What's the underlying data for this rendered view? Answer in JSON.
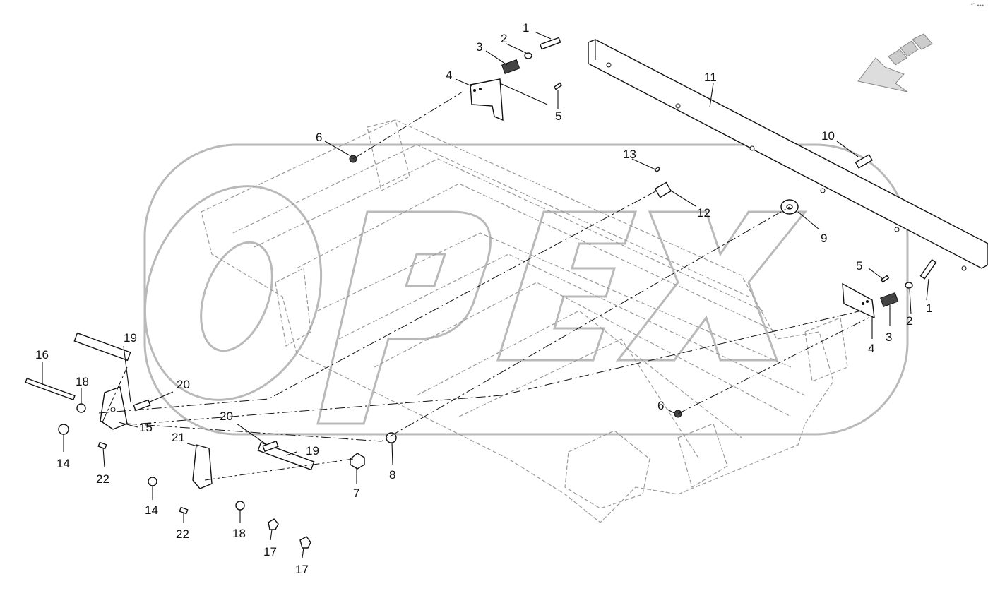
{
  "watermark": {
    "text": "OPEX"
  },
  "corner_mark": "°˜ •••",
  "callouts": [
    {
      "id": "c1a",
      "label": "1"
    },
    {
      "id": "c2a",
      "label": "2"
    },
    {
      "id": "c3a",
      "label": "3"
    },
    {
      "id": "c4a",
      "label": "4"
    },
    {
      "id": "c5a",
      "label": "5"
    },
    {
      "id": "c6a",
      "label": "6"
    },
    {
      "id": "c11",
      "label": "11"
    },
    {
      "id": "c10",
      "label": "10"
    },
    {
      "id": "c13",
      "label": "13"
    },
    {
      "id": "c12",
      "label": "12"
    },
    {
      "id": "c9",
      "label": "9"
    },
    {
      "id": "c5b",
      "label": "5"
    },
    {
      "id": "c1b",
      "label": "1"
    },
    {
      "id": "c2b",
      "label": "2"
    },
    {
      "id": "c3b",
      "label": "3"
    },
    {
      "id": "c4b",
      "label": "4"
    },
    {
      "id": "c6b",
      "label": "6"
    },
    {
      "id": "c19a",
      "label": "19"
    },
    {
      "id": "c16",
      "label": "16"
    },
    {
      "id": "c18a",
      "label": "18"
    },
    {
      "id": "c20a",
      "label": "20"
    },
    {
      "id": "c15",
      "label": "15"
    },
    {
      "id": "c14a",
      "label": "14"
    },
    {
      "id": "c22a",
      "label": "22"
    },
    {
      "id": "c20b",
      "label": "20"
    },
    {
      "id": "c21",
      "label": "21"
    },
    {
      "id": "c19b",
      "label": "19"
    },
    {
      "id": "c14b",
      "label": "14"
    },
    {
      "id": "c22b",
      "label": "22"
    },
    {
      "id": "c18b",
      "label": "18"
    },
    {
      "id": "c17a",
      "label": "17"
    },
    {
      "id": "c17b",
      "label": "17"
    },
    {
      "id": "c7",
      "label": "7"
    },
    {
      "id": "c8",
      "label": "8"
    }
  ]
}
